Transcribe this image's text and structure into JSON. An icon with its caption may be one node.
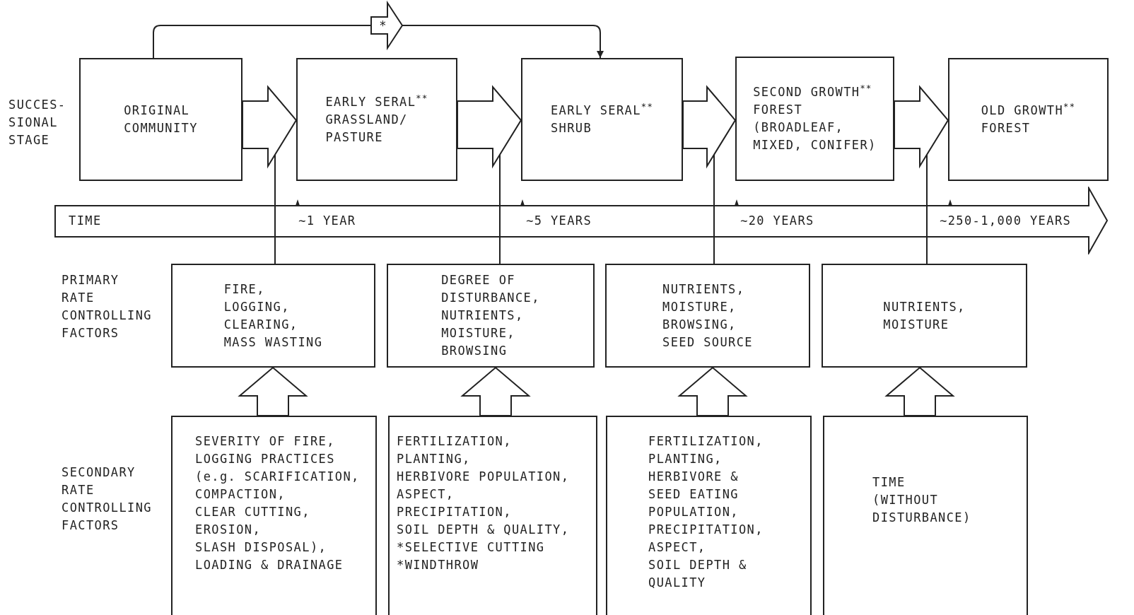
{
  "diagram": {
    "nodes": [
      {
        "text": [
          "ORIGINAL COMMUNITY"
        ]
      },
      {
        "text": [
          "EARLY SERAL$^{**}$ GRASSLAND/ PASTURE"
        ]
      },
      {
        "text": [
          "EARLY SERAL$^{**}$ SHRUB"
        ]
      },
      {
        "text": [
          "SECOND GROWTH$^{**}$ FOREST (BROADLEAF, MIXED, CONIFER)"
        ]
      },
      {
        "text": [
          "OLD GROWTH$^{**}$ FOREST"
        ]
      },
      {
        "text": [
          "TIME",
          "∼1 YEAR",
          "∼5 YEARS",
          "∼20 YEARS",
          "∼250-1,000 YEARS"
        ]
      },
      {
        "text": [
          "FIRE, LOGGING, CLEARING, MASS WASTING"
        ]
      },
      {
        "text": [
          "DEGREE OF DISTURBANCE, NUTRIENTS, MOISTURE, BROWSING"
        ]
      },
      {
        "text": [
          "NUTRIENTS, MOISTURE, BROWSING, SEED SOURCE"
        ]
      },
      {
        "text": [
          "NUTRIENTS, MOISTURE"
        ]
      },
      {
        "text": [
          "SEVERITY OF FIRE, LOGGING PRACTICES (e.g. SCARIFICATION, COMPACTION, CLEAR CUTTING, EROSION, SLASH DISPOSAL), LOADING & DRAINAGE"
        ]
      },
      {
        "text": [
          "FERTILIZATION, PLANTING, HERBIVORE POPULATION, ASPECT, PRECIPITATION, SOIL DEPTH & QUALITY, *SELECTIVE CUTTING *WINDTHROW"
        ]
      },
      {
        "text": [
          "FERTILIZATION, PLANTING, HERBIVORE & SEED EATING POPULATION, PRECIPITATION, ASPECT, SOIL DEPTH & QUALITY"
        ]
      },
      {
        "text": [
          "TIME (WITHOUT DISTURBANCE)"
        ]
      }
    ],
    "edges": [
      {
        "from": 0,
        "to": 1,
        "arrow": "to"
      },
      {
        "from": 1,
        "to": 2,
        "arrow": "to"
      },
      {
        "from": 2,
        "to": 3,
        "arrow": "to"
      },
      {
        "from": 3,
        "to": 4,
        "arrow": "to"
      },
      {
        "from": 0,
        "to": 2,
        "arrow": "to",
        "label": "*"
      },
      {
        "from": 6,
        "to": null,
        "arrow": "none"
      },
      {
        "from": 7,
        "to": null,
        "arrow": "none"
      },
      {
        "from": 8,
        "to": null,
        "arrow": "none"
      },
      {
        "from": 9,
        "to": null,
        "arrow": "none"
      },
      {
        "from": 10,
        "to": 6,
        "arrow": "to"
      },
      {
        "from": 11,
        "to": 7,
        "arrow": "to"
      },
      {
        "from": 12,
        "to": 8,
        "arrow": "to"
      },
      {
        "from": 13,
        "to": 9,
        "arrow": "to"
      }
    ],
    "labels": [
      "SUCCES- SIONAL STAGE",
      "PRIMARY RATE CONTROLLING FACTORS",
      "SECONDARY RATE CONTROLLING FACTORS"
    ]
  }
}
